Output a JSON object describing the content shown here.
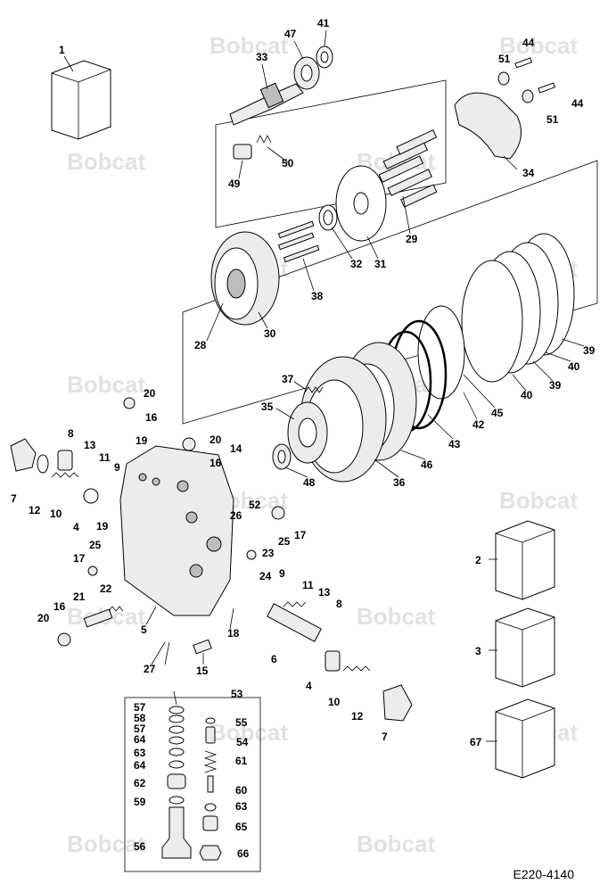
{
  "watermark": "Bobcat",
  "reference_code": "E220-4140",
  "callouts": [
    {
      "id": "c1",
      "text": "1"
    },
    {
      "id": "c2",
      "text": "2"
    },
    {
      "id": "c3",
      "text": "3"
    },
    {
      "id": "c4a",
      "text": "4"
    },
    {
      "id": "c4b",
      "text": "4"
    },
    {
      "id": "c5",
      "text": "5"
    },
    {
      "id": "c6",
      "text": "6"
    },
    {
      "id": "c7a",
      "text": "7"
    },
    {
      "id": "c7b",
      "text": "7"
    },
    {
      "id": "c8a",
      "text": "8"
    },
    {
      "id": "c8b",
      "text": "8"
    },
    {
      "id": "c9a",
      "text": "9"
    },
    {
      "id": "c9b",
      "text": "9"
    },
    {
      "id": "c10a",
      "text": "10"
    },
    {
      "id": "c10b",
      "text": "10"
    },
    {
      "id": "c11a",
      "text": "11"
    },
    {
      "id": "c11b",
      "text": "11"
    },
    {
      "id": "c12a",
      "text": "12"
    },
    {
      "id": "c12b",
      "text": "12"
    },
    {
      "id": "c13a",
      "text": "13"
    },
    {
      "id": "c13b",
      "text": "13"
    },
    {
      "id": "c14",
      "text": "14"
    },
    {
      "id": "c15",
      "text": "15"
    },
    {
      "id": "c16a",
      "text": "16"
    },
    {
      "id": "c16b",
      "text": "16"
    },
    {
      "id": "c16c",
      "text": "16"
    },
    {
      "id": "c17a",
      "text": "17"
    },
    {
      "id": "c17b",
      "text": "17"
    },
    {
      "id": "c18",
      "text": "18"
    },
    {
      "id": "c19a",
      "text": "19"
    },
    {
      "id": "c19b",
      "text": "19"
    },
    {
      "id": "c20a",
      "text": "20"
    },
    {
      "id": "c20b",
      "text": "20"
    },
    {
      "id": "c20c",
      "text": "20"
    },
    {
      "id": "c21",
      "text": "21"
    },
    {
      "id": "c22",
      "text": "22"
    },
    {
      "id": "c23",
      "text": "23"
    },
    {
      "id": "c24",
      "text": "24"
    },
    {
      "id": "c25a",
      "text": "25"
    },
    {
      "id": "c25b",
      "text": "25"
    },
    {
      "id": "c26",
      "text": "26"
    },
    {
      "id": "c27",
      "text": "27"
    },
    {
      "id": "c28",
      "text": "28"
    },
    {
      "id": "c29",
      "text": "29"
    },
    {
      "id": "c30",
      "text": "30"
    },
    {
      "id": "c31",
      "text": "31"
    },
    {
      "id": "c32",
      "text": "32"
    },
    {
      "id": "c33",
      "text": "33"
    },
    {
      "id": "c34",
      "text": "34"
    },
    {
      "id": "c35",
      "text": "35"
    },
    {
      "id": "c36",
      "text": "36"
    },
    {
      "id": "c37",
      "text": "37"
    },
    {
      "id": "c38",
      "text": "38"
    },
    {
      "id": "c39a",
      "text": "39"
    },
    {
      "id": "c39b",
      "text": "39"
    },
    {
      "id": "c40a",
      "text": "40"
    },
    {
      "id": "c40b",
      "text": "40"
    },
    {
      "id": "c41",
      "text": "41"
    },
    {
      "id": "c42",
      "text": "42"
    },
    {
      "id": "c43",
      "text": "43"
    },
    {
      "id": "c44a",
      "text": "44"
    },
    {
      "id": "c44b",
      "text": "44"
    },
    {
      "id": "c45",
      "text": "45"
    },
    {
      "id": "c46",
      "text": "46"
    },
    {
      "id": "c47",
      "text": "47"
    },
    {
      "id": "c48",
      "text": "48"
    },
    {
      "id": "c49",
      "text": "49"
    },
    {
      "id": "c50",
      "text": "50"
    },
    {
      "id": "c51a",
      "text": "51"
    },
    {
      "id": "c51b",
      "text": "51"
    },
    {
      "id": "c52",
      "text": "52"
    },
    {
      "id": "c53",
      "text": "53"
    },
    {
      "id": "c54",
      "text": "54"
    },
    {
      "id": "c55",
      "text": "55"
    },
    {
      "id": "c56",
      "text": "56"
    },
    {
      "id": "c57a",
      "text": "57"
    },
    {
      "id": "c57b",
      "text": "57"
    },
    {
      "id": "c58",
      "text": "58"
    },
    {
      "id": "c59",
      "text": "59"
    },
    {
      "id": "c60",
      "text": "60"
    },
    {
      "id": "c61",
      "text": "61"
    },
    {
      "id": "c62",
      "text": "62"
    },
    {
      "id": "c63a",
      "text": "63"
    },
    {
      "id": "c63b",
      "text": "63"
    },
    {
      "id": "c64a",
      "text": "64"
    },
    {
      "id": "c64b",
      "text": "64"
    },
    {
      "id": "c65",
      "text": "65"
    },
    {
      "id": "c66",
      "text": "66"
    },
    {
      "id": "c67",
      "text": "67"
    }
  ]
}
